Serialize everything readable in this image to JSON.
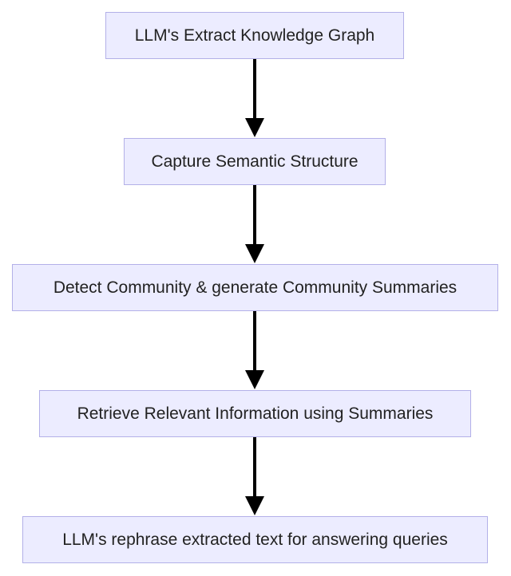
{
  "diagram": {
    "type": "flowchart",
    "direction": "top-to-bottom",
    "colors": {
      "node_fill": "#ececff",
      "node_border": "#b3b0e8",
      "text": "#222222",
      "edge": "#000000"
    },
    "nodes": [
      {
        "id": "n1",
        "label": "LLM's Extract Knowledge Graph"
      },
      {
        "id": "n2",
        "label": "Capture Semantic Structure"
      },
      {
        "id": "n3",
        "label": "Detect Community & generate Community Summaries"
      },
      {
        "id": "n4",
        "label": "Retrieve Relevant Information using Summaries"
      },
      {
        "id": "n5",
        "label": "LLM's rephrase extracted text for answering queries"
      }
    ],
    "edges": [
      {
        "from": "n1",
        "to": "n2"
      },
      {
        "from": "n2",
        "to": "n3"
      },
      {
        "from": "n3",
        "to": "n4"
      },
      {
        "from": "n4",
        "to": "n5"
      }
    ]
  }
}
